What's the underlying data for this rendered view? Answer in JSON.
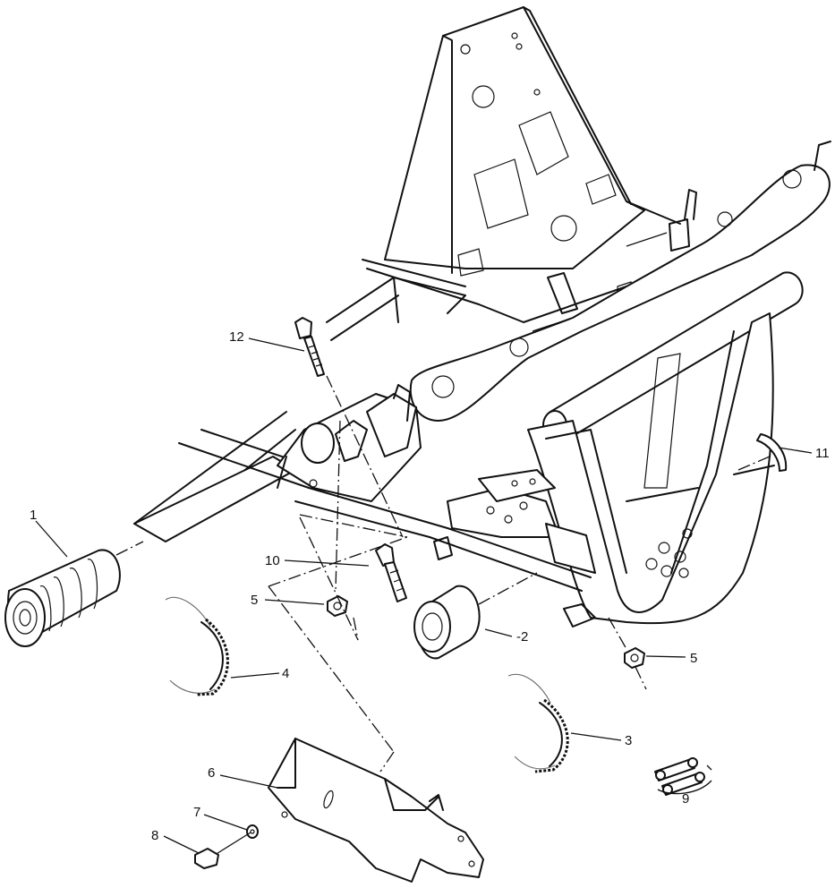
{
  "callouts": [
    {
      "id": "1",
      "text": "1"
    },
    {
      "id": "2",
      "text": "-2"
    },
    {
      "id": "3",
      "text": "3"
    },
    {
      "id": "4",
      "text": "4"
    },
    {
      "id": "5a",
      "text": "5"
    },
    {
      "id": "5b",
      "text": "5"
    },
    {
      "id": "6",
      "text": "6"
    },
    {
      "id": "7",
      "text": "7"
    },
    {
      "id": "8",
      "text": "8"
    },
    {
      "id": "9",
      "text": "9"
    },
    {
      "id": "10",
      "text": "10"
    },
    {
      "id": "11",
      "text": "11"
    },
    {
      "id": "12",
      "text": "12"
    }
  ]
}
